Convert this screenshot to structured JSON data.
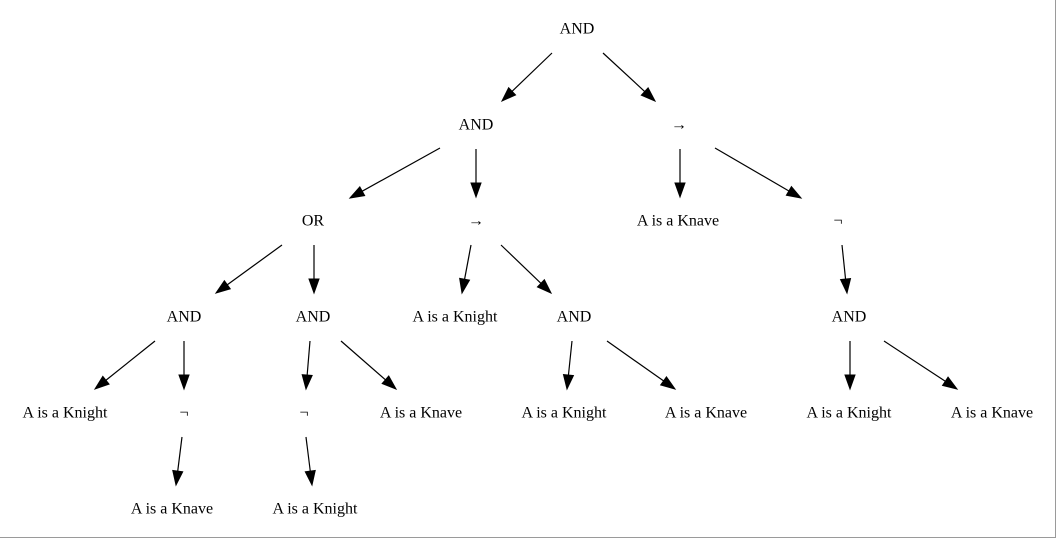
{
  "diagram": {
    "nodes": [
      {
        "id": "n1",
        "label": "AND"
      },
      {
        "id": "n2",
        "label": "AND"
      },
      {
        "id": "n3",
        "label": "→"
      },
      {
        "id": "n4",
        "label": "OR"
      },
      {
        "id": "n5",
        "label": "→"
      },
      {
        "id": "n6",
        "label": "A is a Knave"
      },
      {
        "id": "n7",
        "label": "¬"
      },
      {
        "id": "n8",
        "label": "AND"
      },
      {
        "id": "n9",
        "label": "AND"
      },
      {
        "id": "n10",
        "label": "A is a Knight"
      },
      {
        "id": "n11",
        "label": "AND"
      },
      {
        "id": "n12",
        "label": "AND"
      },
      {
        "id": "n13",
        "label": "A is a Knight"
      },
      {
        "id": "n14",
        "label": "¬"
      },
      {
        "id": "n15",
        "label": "¬"
      },
      {
        "id": "n16",
        "label": "A is a Knave"
      },
      {
        "id": "n17",
        "label": "A is a Knight"
      },
      {
        "id": "n18",
        "label": "A is a Knave"
      },
      {
        "id": "n19",
        "label": "A is a Knight"
      },
      {
        "id": "n20",
        "label": "A is a Knave"
      },
      {
        "id": "n21",
        "label": "A is a Knave"
      },
      {
        "id": "n22",
        "label": "A is a Knight"
      }
    ],
    "edges": [
      {
        "from": "n1",
        "to": "n2"
      },
      {
        "from": "n1",
        "to": "n3"
      },
      {
        "from": "n2",
        "to": "n4"
      },
      {
        "from": "n2",
        "to": "n5"
      },
      {
        "from": "n3",
        "to": "n6"
      },
      {
        "from": "n3",
        "to": "n7"
      },
      {
        "from": "n4",
        "to": "n8"
      },
      {
        "from": "n4",
        "to": "n9"
      },
      {
        "from": "n5",
        "to": "n10"
      },
      {
        "from": "n5",
        "to": "n11"
      },
      {
        "from": "n7",
        "to": "n12"
      },
      {
        "from": "n8",
        "to": "n13"
      },
      {
        "from": "n8",
        "to": "n14"
      },
      {
        "from": "n9",
        "to": "n15"
      },
      {
        "from": "n9",
        "to": "n16"
      },
      {
        "from": "n11",
        "to": "n17"
      },
      {
        "from": "n11",
        "to": "n18"
      },
      {
        "from": "n12",
        "to": "n19"
      },
      {
        "from": "n12",
        "to": "n20"
      },
      {
        "from": "n14",
        "to": "n21"
      },
      {
        "from": "n15",
        "to": "n22"
      }
    ]
  }
}
